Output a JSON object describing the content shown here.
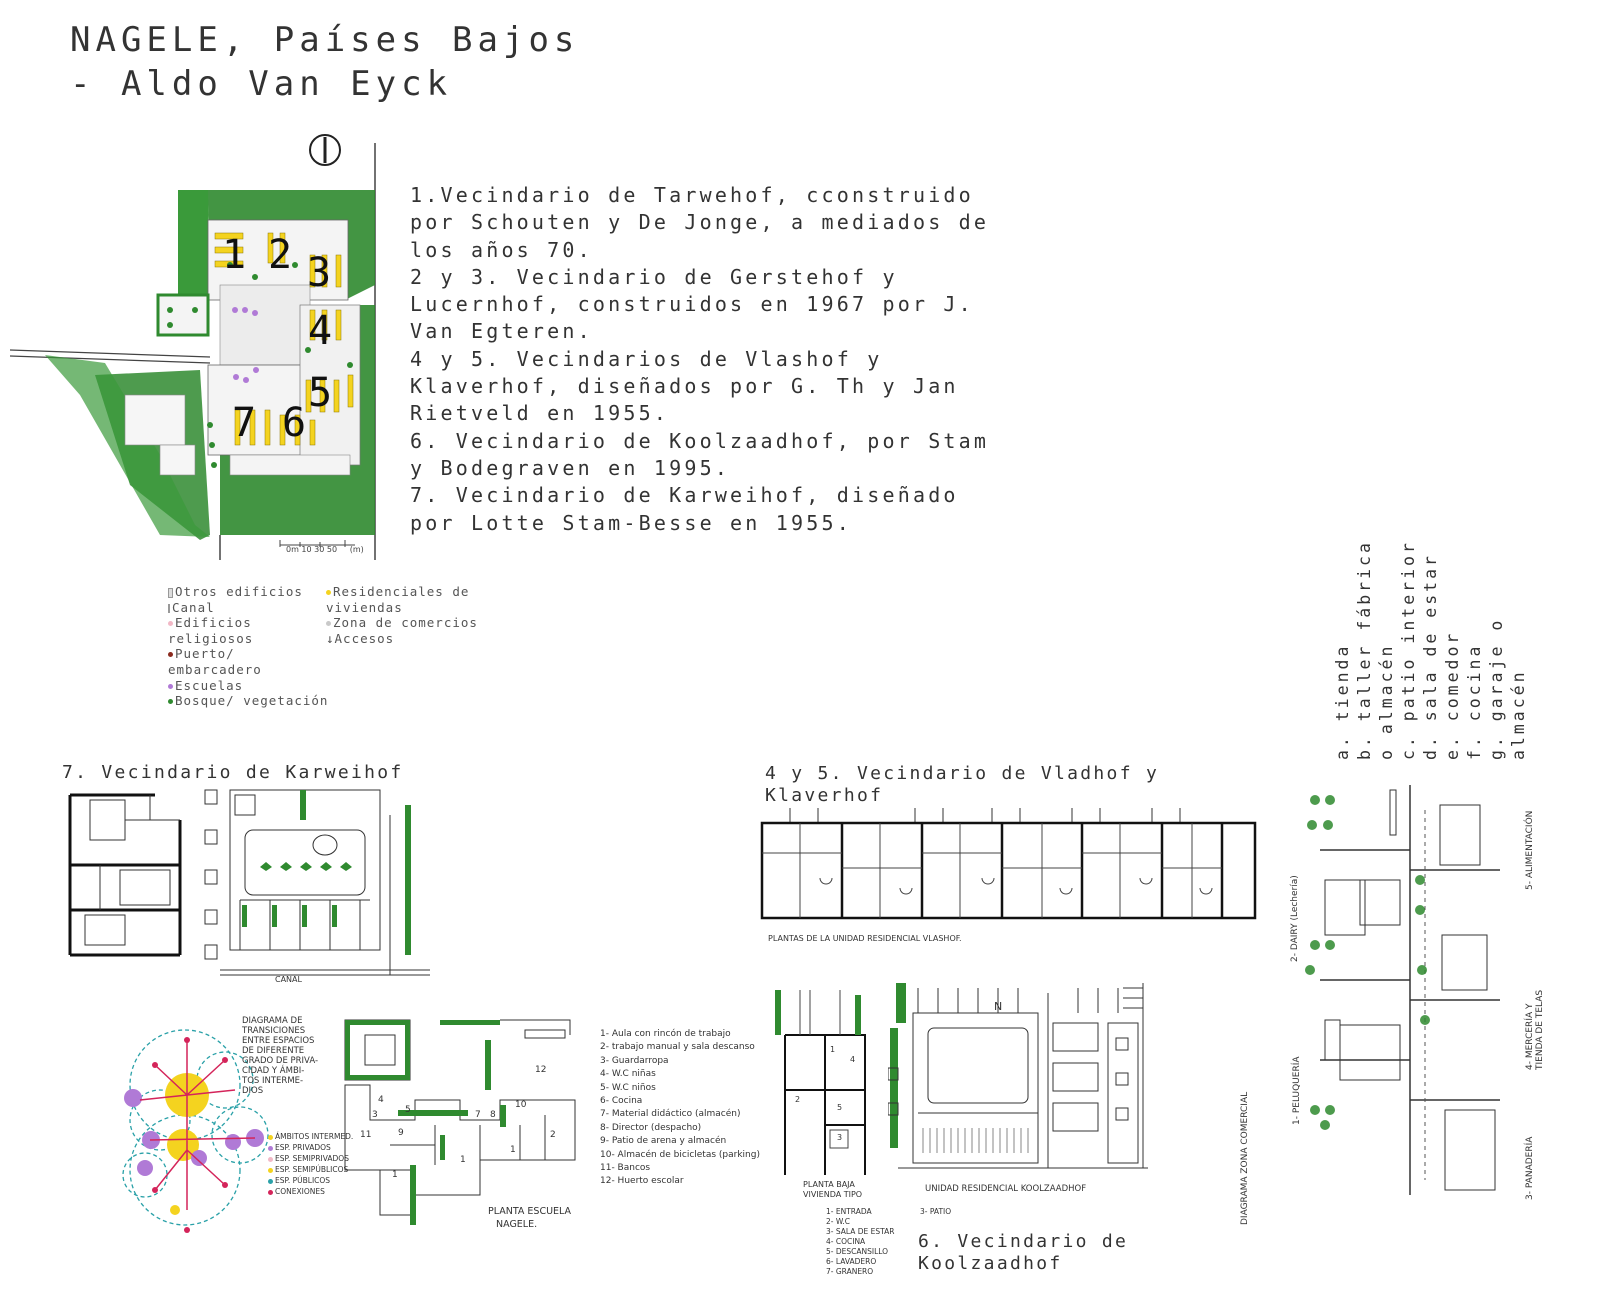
{
  "title": {
    "line1": "NAGELE, Países Bajos",
    "line2": "- Aldo Van Eyck"
  },
  "description": [
    "1.Vecindario de Tarwehof, cconstruido",
    "por Schouten y De Jonge, a mediados de",
    "los años 70.",
    "2 y 3. Vecindario de Gerstehof y",
    "Lucernhof, construidos en 1967 por J.",
    "Van Egteren.",
    "4 y 5. Vecindarios de Vlashof y",
    "Klaverhof, diseñados por G. Th y Jan",
    "Rietveld en 1955.",
    "6. Vecindario de Koolzaadhof, por Stam",
    "y Bodegraven en 1995.",
    "7. Vecindario de Karweihof, diseñado",
    "por Lotte Stam-Besse en 1955."
  ],
  "site_plan": {
    "numbers": [
      "1",
      "2",
      "3",
      "4",
      "5",
      "6",
      "7"
    ],
    "scale_label": "0m 10 30 50     (m)",
    "north_icon": "north-arrow-icon"
  },
  "legend": {
    "col1": [
      {
        "label": "Otros edificios",
        "color": "#dddddd"
      },
      {
        "label": "Canal",
        "color": "#999999"
      },
      {
        "label": "Edificios religiosos",
        "color": "#f2b8c6"
      },
      {
        "label": "Puerto/ embarcadero",
        "color": "#8b2a1e"
      },
      {
        "label": "Escuelas",
        "color": "#b07ad6"
      },
      {
        "label": "Bosque/ vegetación",
        "color": "#2f8a2f"
      }
    ],
    "col2": [
      {
        "label": "Residenciales de viviendas",
        "color": "#f4d31f"
      },
      {
        "label": "Zona de comercios",
        "color": "#c9c9c9"
      },
      {
        "label": "Accesos",
        "color": "#444444"
      }
    ]
  },
  "karweihof": {
    "heading": "7. Vecindario de Karweihof",
    "canal_label": "CANAL"
  },
  "school": {
    "diagram_note": [
      "DIAGRAMA DE",
      "TRANSICIONES",
      "ENTRE ESPACIOS",
      "DE DIFERENTE",
      "GRADO DE PRIVA-",
      "CIDAD Y ÁMBI-",
      "TOS INTERME-",
      "DIOS"
    ],
    "diagram_legend": [
      {
        "label": "ÁMBITOS INTERMED.",
        "color": "#f4d31f"
      },
      {
        "label": "ESP. PRIVADOS",
        "color": "#b07ad6"
      },
      {
        "label": "ESP. SEMIPRIVADOS",
        "color": "#f2b8c6"
      },
      {
        "label": "ESP. SEMIPÚBLICOS",
        "color": "#f4d31f"
      },
      {
        "label": "ESP. PÚBLICOS",
        "color": "#2aa1a8"
      },
      {
        "label": "CONEXIONES",
        "color": "#d4245a"
      }
    ],
    "plan_label": [
      "PLANTA ESCUELA",
      "NAGELE."
    ],
    "program": [
      "1- Aula con rincón de trabajo",
      "2- trabajo manual y sala descanso",
      "3- Guardarropa",
      "4- W.C niñas",
      "5- W.C niños",
      "6- Cocina",
      "7- Material didáctico (almacén)",
      "8- Director (despacho)",
      "9- Patio de arena y almacén",
      "10- Almacén de bicicletas (parking)",
      "11- Bancos",
      "12- Huerto escolar"
    ],
    "room_numbers": [
      "12",
      "11",
      "2",
      "1",
      "1",
      "1",
      "4",
      "3",
      "5",
      "9",
      "7",
      "8",
      "10"
    ]
  },
  "vlashof": {
    "heading_line1": "4 y 5. Vecindario de Vladhof y",
    "heading_line2": "Klaverhof",
    "caption": "PLANTAS DE LA UNIDAD RESIDENCIAL VLASHOF."
  },
  "koolzaadhof": {
    "heading_line1": "6. Vecindario de",
    "heading_line2": "Koolzaadhof",
    "caption_left": [
      "PLANTA BAJA",
      "VIVIENDA TIPO"
    ],
    "caption_right": "UNIDAD RESIDENCIAL KOOLZAADHOF",
    "list_col1": [
      "1- ENTRADA",
      "2- W.C",
      "3- SALA DE ESTAR",
      "4- COCINA",
      "5- DESCANSILLO",
      "6- LAVADERO",
      "7- GRANERO"
    ],
    "list_col2": [
      "3- PATIO"
    ],
    "north": "N"
  },
  "commercial": {
    "legend": [
      "a. tienda",
      "b. taller fábrica",
      "o almacén",
      "c. patio interior",
      "d. sala de estar",
      "e. comedor",
      "f. cocina",
      "g. garaje o",
      "almacén"
    ],
    "diagram_label": "DIAGRAMA ZONA COMERCIAL",
    "shops": [
      "1- PELUQUERÍA",
      "2- DAIRY (Lechería)",
      "3- PANADERÍA",
      "4- MERCERÍA Y TIENDA DE TELAS",
      "5- ALIMENTACIÓN"
    ]
  }
}
